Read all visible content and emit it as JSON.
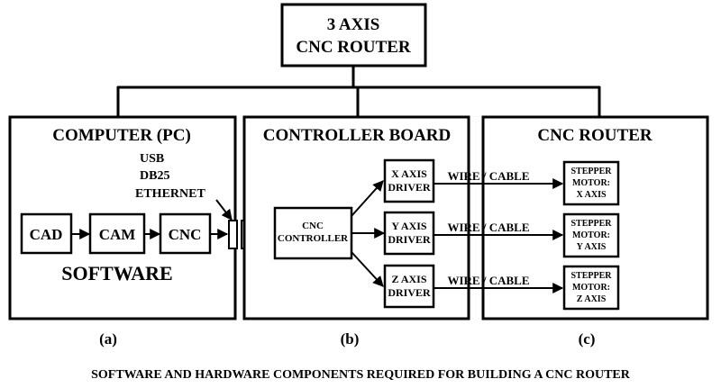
{
  "top_box": {
    "line1": "3 AXIS",
    "line2": "CNC ROUTER"
  },
  "panel_a": {
    "title": "COMPUTER (PC)",
    "ports": [
      "USB",
      "DB25",
      "ETHERNET"
    ],
    "blocks": [
      "CAD",
      "CAM",
      "CNC"
    ],
    "software_label": "SOFTWARE",
    "caption": "(a)"
  },
  "panel_b": {
    "title": "CONTROLLER BOARD",
    "controller": [
      "CNC",
      "CONTROLLER"
    ],
    "drivers": [
      {
        "line1": "X AXIS",
        "line2": "DRIVER"
      },
      {
        "line1": "Y AXIS",
        "line2": "DRIVER"
      },
      {
        "line1": "Z AXIS",
        "line2": "DRIVER"
      }
    ],
    "caption": "(b)"
  },
  "panel_c": {
    "title": "CNC ROUTER",
    "motors": [
      {
        "line1": "STEPPER",
        "line2": "MOTOR:",
        "line3": "X AXIS"
      },
      {
        "line1": "STEPPER",
        "line2": "MOTOR:",
        "line3": "Y AXIS"
      },
      {
        "line1": "STEPPER",
        "line2": "MOTOR:",
        "line3": "Z AXIS"
      }
    ],
    "caption": "(c)"
  },
  "wire_labels": [
    "WIRE / CABLE",
    "WIRE / CABLE",
    "WIRE / CABLE"
  ],
  "footer_caption": "SOFTWARE AND HARDWARE COMPONENTS REQUIRED FOR BUILDING A CNC ROUTER"
}
